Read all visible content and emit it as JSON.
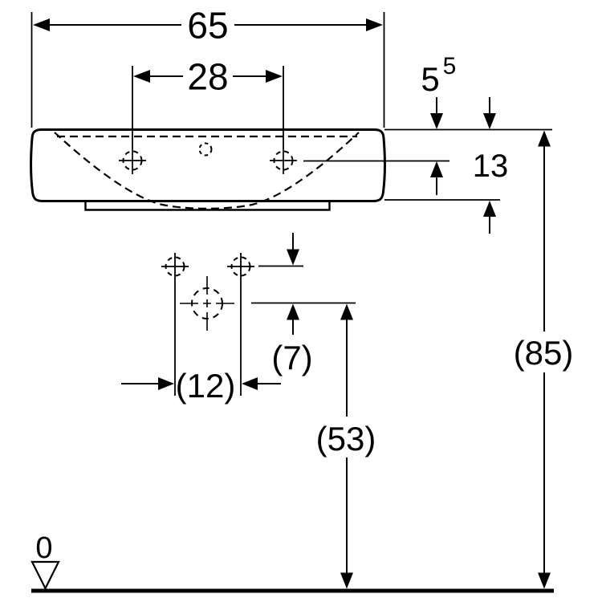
{
  "colors": {
    "ink": "#000000",
    "paper": "#ffffff"
  },
  "dimensions": {
    "overall_width": "65",
    "tap_hole_spacing": "28",
    "rim_to_fixing_holes_main": "5",
    "rim_to_fixing_holes_sup": "5",
    "ceramic_height": "13",
    "rim_height_above_floor": "(85)",
    "trap_center_height": "(53)",
    "fixing_holes_to_trap": "(7)",
    "lower_fixing_hole_spacing": "(12)",
    "floor_datum": "0"
  }
}
